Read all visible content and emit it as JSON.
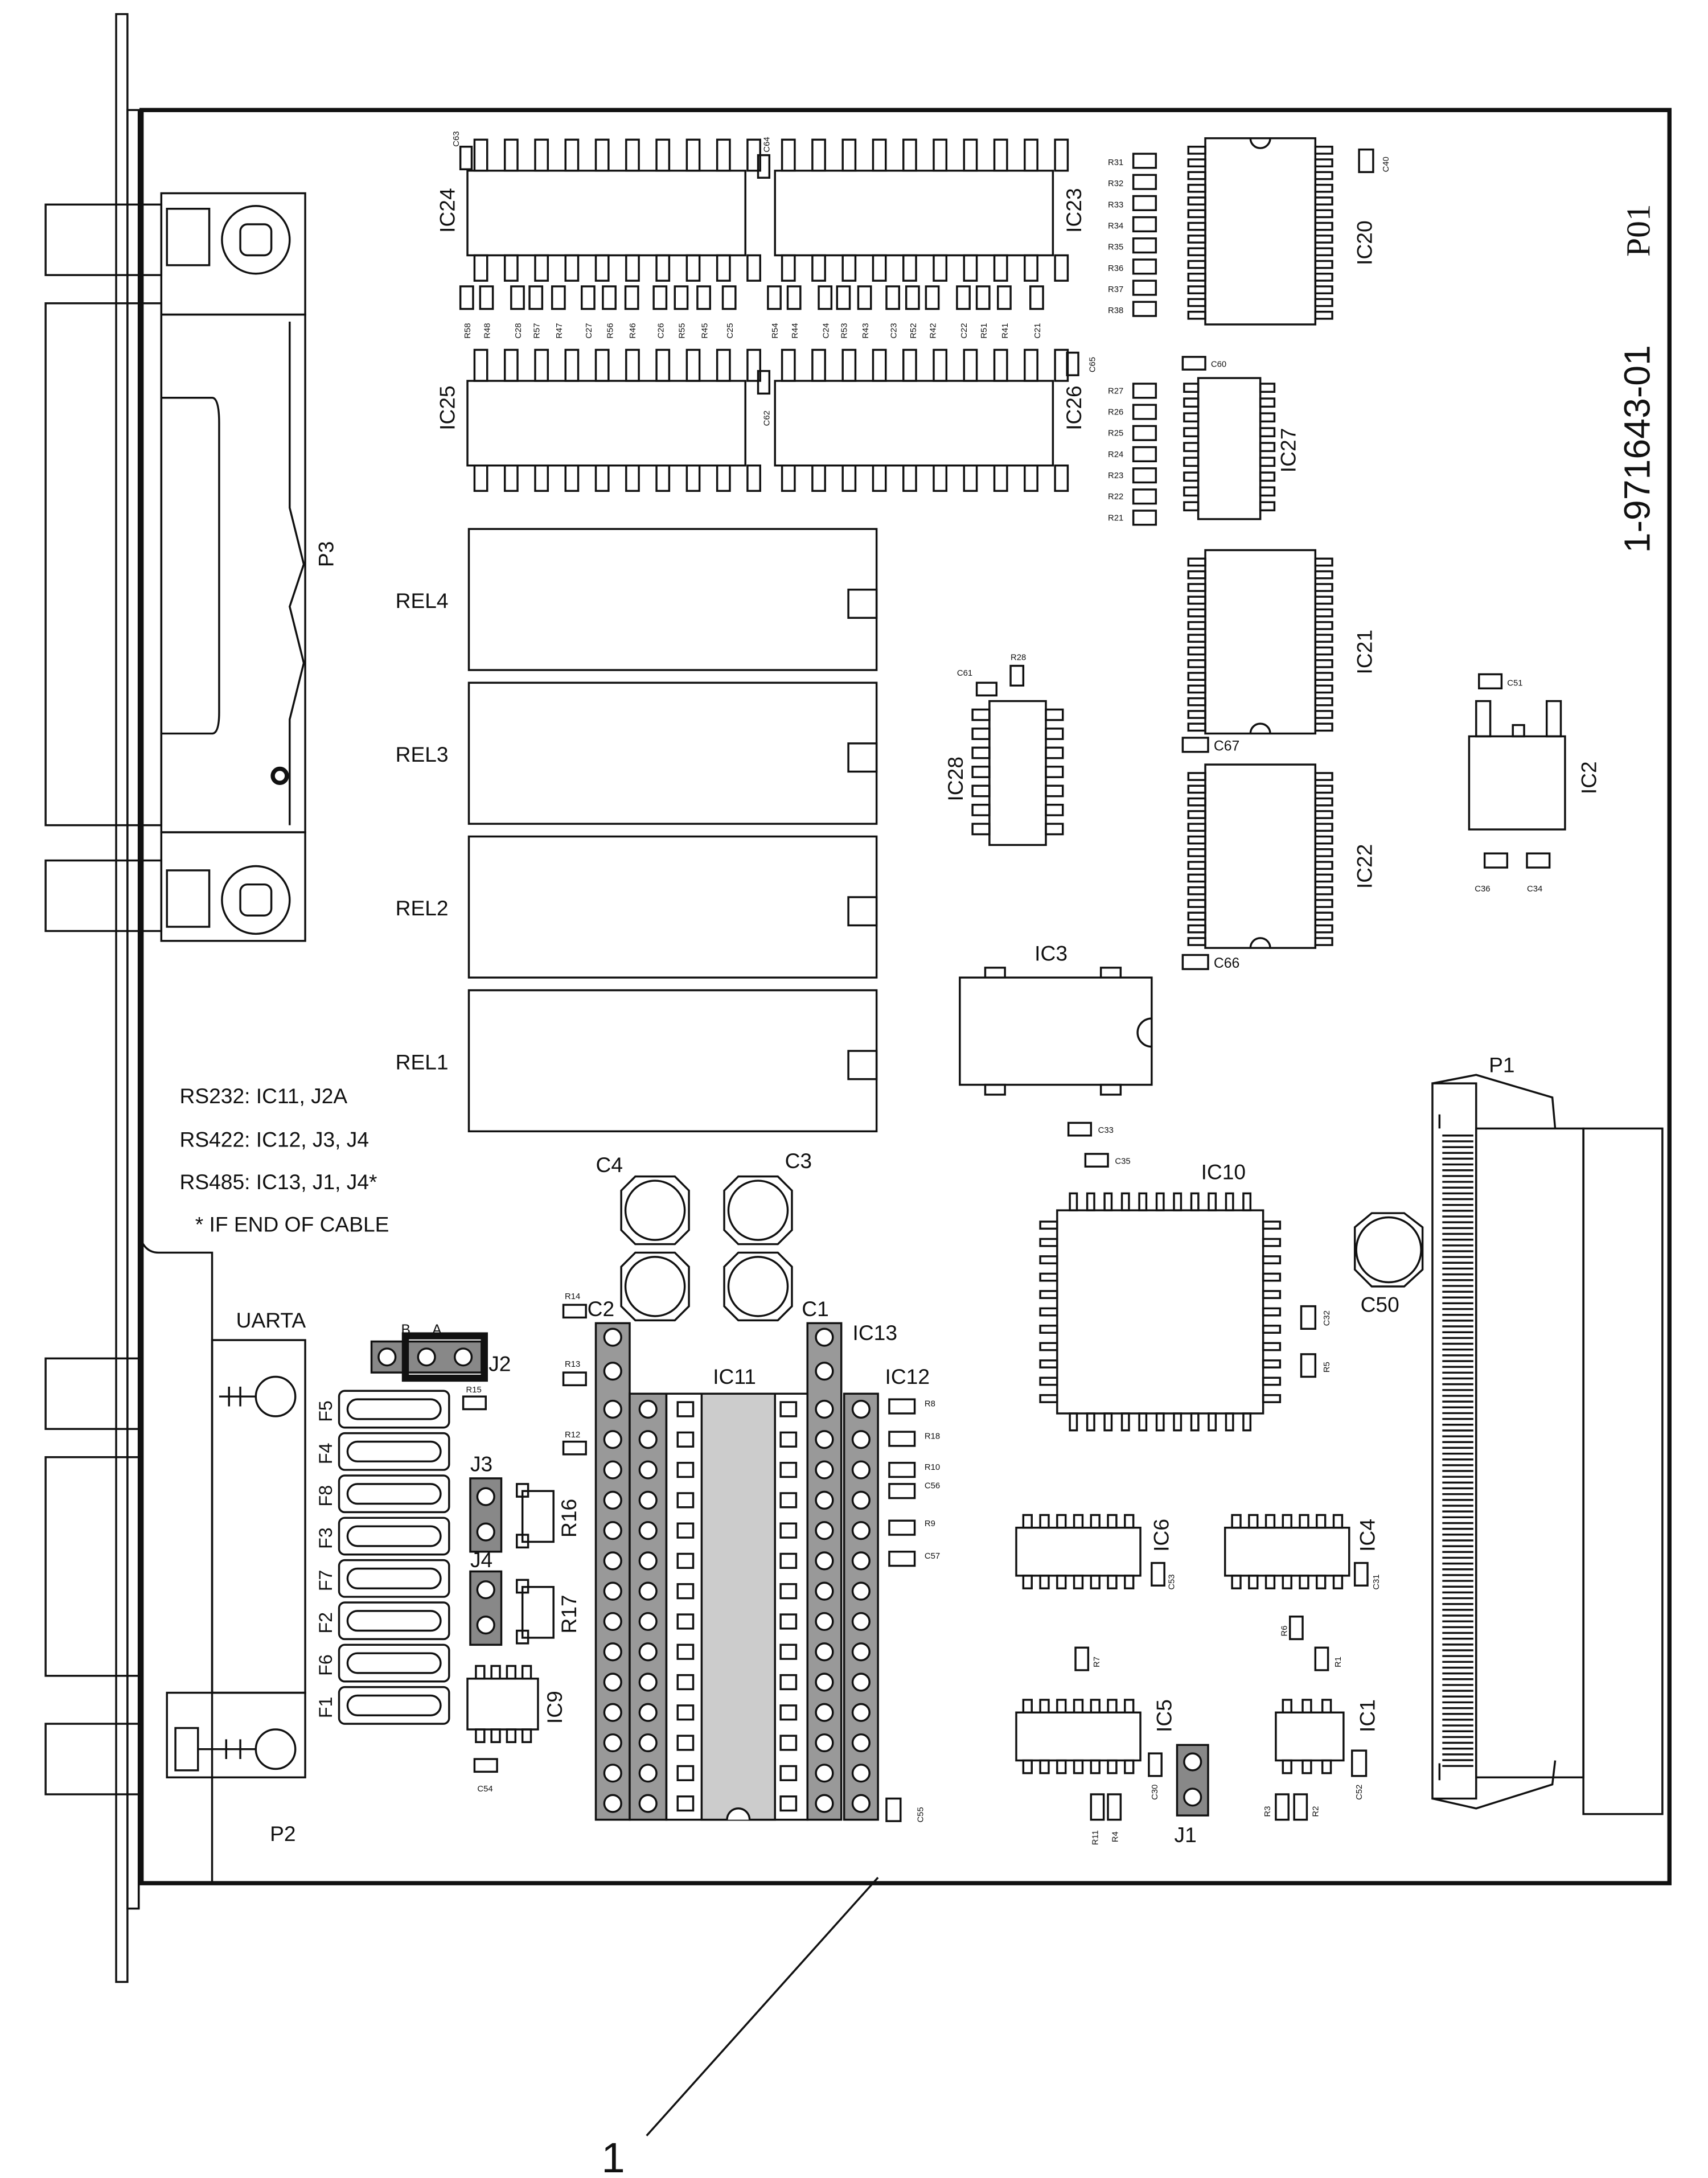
{
  "board": {
    "part_number": "1-971643-01",
    "revision": "P01",
    "callout": "1"
  },
  "notes": [
    "RS232:  IC11, J2A",
    "RS422:  IC12, J3, J4",
    "RS485:  IC13, J1, J4*",
    "* IF END OF CABLE"
  ],
  "connectors": {
    "p1": "P1",
    "p2": "P2",
    "p3": "P3",
    "uarta": "UARTA"
  },
  "ics": {
    "ic1": "IC1",
    "ic2": "IC2",
    "ic3": "IC3",
    "ic4": "IC4",
    "ic5": "IC5",
    "ic6": "IC6",
    "ic9": "IC9",
    "ic10": "IC10",
    "ic11": "IC11",
    "ic12": "IC12",
    "ic13": "IC13",
    "ic20": "IC20",
    "ic21": "IC21",
    "ic22": "IC22",
    "ic23": "IC23",
    "ic24": "IC24",
    "ic25": "IC25",
    "ic26": "IC26",
    "ic27": "IC27",
    "ic28": "IC28"
  },
  "relays": {
    "rel1": "REL1",
    "rel2": "REL2",
    "rel3": "REL3",
    "rel4": "REL4"
  },
  "caps_big": {
    "c1": "C1",
    "c2": "C2",
    "c3": "C3",
    "c4": "C4",
    "c50": "C50"
  },
  "jumpers": {
    "j1": "J1",
    "j2": "J2",
    "j3": "J3",
    "j4": "J4",
    "jb": "B",
    "ja": "A"
  },
  "fuses": [
    "F5",
    "F4",
    "F8",
    "F3",
    "F7",
    "F2",
    "F6",
    "F1"
  ],
  "resistors": {
    "r16": "R16",
    "r17": "R17"
  },
  "small": {
    "c33": "C33",
    "c35": "C35",
    "c32": "C32",
    "r5": "R5",
    "r8": "R8",
    "r18": "R18",
    "r10": "R10",
    "c56": "C56",
    "r9": "R9",
    "c57": "C57",
    "c55": "C55",
    "r14": "R14",
    "r13": "R13",
    "r12": "R12",
    "r15": "R15",
    "c54": "C54",
    "c53": "C53",
    "c31": "C31",
    "r6": "R6",
    "r1": "R1",
    "r7": "R7",
    "c30": "C30",
    "r11": "R11",
    "r4": "R4",
    "r3": "R3",
    "r2": "R2",
    "c52": "C52",
    "c51": "C51",
    "c36": "C36",
    "c34": "C34",
    "c67": "C67",
    "c66": "C66",
    "c61": "C61",
    "r28": "R28",
    "c60": "C60",
    "c65": "C65",
    "c62": "C62",
    "c63": "C63",
    "c64": "C64",
    "c40": "C40"
  },
  "top_column_labels": [
    "R58",
    "R48",
    "C28",
    "R57",
    "R47",
    "C27",
    "R56",
    "R46",
    "C26",
    "R55",
    "R45",
    "C25",
    "R54",
    "R44",
    "C24",
    "R53",
    "R43",
    "C23",
    "R52",
    "R42",
    "C22",
    "R51",
    "R41",
    "C21"
  ],
  "r_stack_upper": [
    "R31",
    "R32",
    "R33",
    "R34",
    "R35",
    "R36",
    "R37",
    "R38"
  ],
  "r_stack_lower": [
    "R27",
    "R26",
    "R25",
    "R24",
    "R23",
    "R22",
    "R21"
  ]
}
